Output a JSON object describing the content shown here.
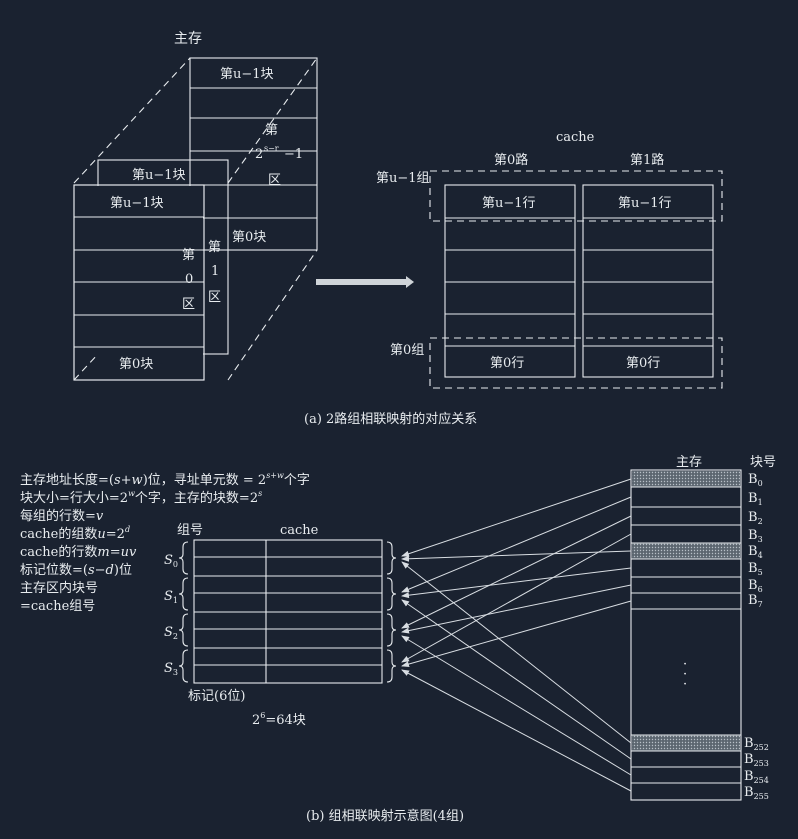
{
  "part_a": {
    "main_memory_title": "主存",
    "back_block_top": "第u−1块",
    "back_region_line1": "第",
    "back_region_line2": "2",
    "back_region_exp": "s−r",
    "back_region_line2b": "−1",
    "back_region_line3": "区",
    "back_block_bottom": "第0块",
    "mid_block_top": "第u−1块",
    "mid_region": [
      "第",
      "1",
      "区"
    ],
    "front_block_top": "第u−1块",
    "front_region": [
      "第",
      "0",
      "区"
    ],
    "front_block_bottom": "第0块",
    "cache_title": "cache",
    "way0": "第0路",
    "way1": "第1路",
    "set_top": "第u−1组",
    "set_bottom": "第0组",
    "row_top_way0": "第u−1行",
    "row_top_way1": "第u−1行",
    "row_bottom_way0": "第0行",
    "row_bottom_way1": "第0行",
    "caption": "(a) 2路组相联映射的对应关系"
  },
  "part_b": {
    "formulas": [
      "主存地址长度=(s+w)位，寻址单元数 = 2^(s+w)个字",
      "块大小=行大小=2^w个字，主存的块数=2^s",
      "每组的行数=v",
      "cache的组数u=2^d",
      "cache的行数m=uv",
      "标记位数=(s−d)位",
      "主存区内块号",
      "=cache组号"
    ],
    "set_label": "组号",
    "cache_label": "cache",
    "sets": [
      "S0",
      "S1",
      "S2",
      "S3"
    ],
    "tag_label": "标记(6位)",
    "total_blocks": "2^6=64块",
    "memory_label": "主存",
    "block_no_label": "块号",
    "blocks_top": [
      "B0",
      "B1",
      "B2",
      "B3",
      "B4",
      "B5",
      "B6",
      "B7"
    ],
    "blocks_bottom": [
      "B252",
      "B253",
      "B254",
      "B255"
    ],
    "ellipsis": "·\n·\n·",
    "caption": "(b) 组相联映射示意图(4组)"
  },
  "colors": {
    "background": "#1a2230",
    "line": "#e8ecef",
    "shaded": "#7a8088"
  }
}
